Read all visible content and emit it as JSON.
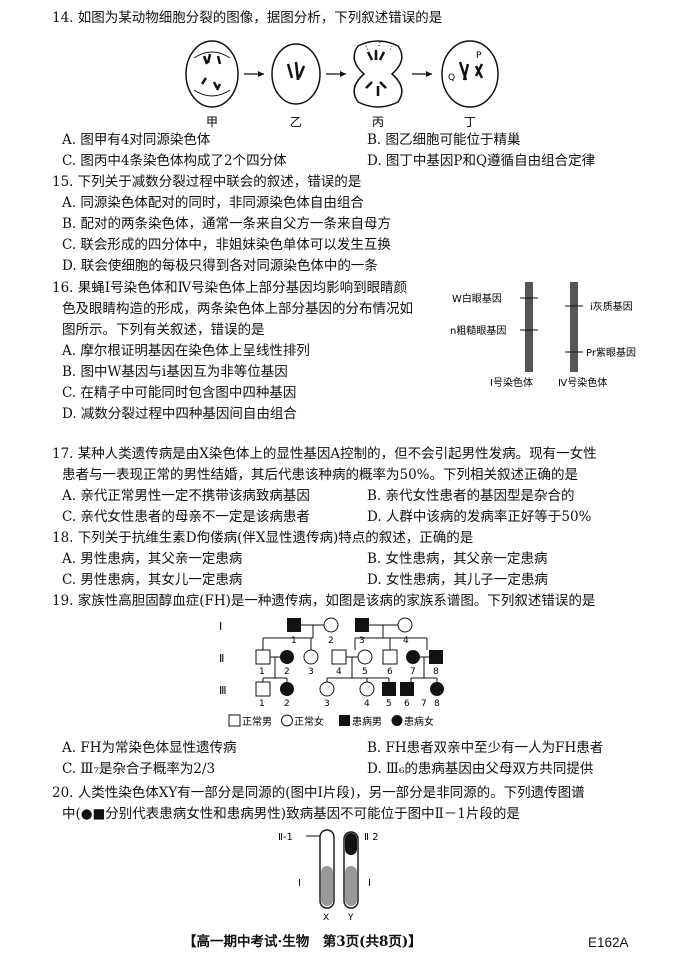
{
  "q14": {
    "stem": "14. 如图为某动物细胞分裂的图像，据图分析，下列叙述错误的是",
    "cell_labels": [
      "甲",
      "乙",
      "丙",
      "丁"
    ],
    "gene_labels": [
      "P",
      "Q"
    ],
    "options": [
      "A. 图甲有4对同源染色体",
      "B. 图乙细胞可能位于精巢",
      "C. 图丙中4条染色体构成了2个四分体",
      "D. 图丁中基因P和Q遵循自由组合定律"
    ]
  },
  "q15": {
    "stem": "15. 下列关于减数分裂过程中联会的叙述，错误的是",
    "options": [
      "A. 同源染色体配对的同时，非同源染色体自由组合",
      "B. 配对的两条染色体，通常一条来自父方一条来自母方",
      "C. 联会形成的四分体中，非姐妹染色单体可以发生互换",
      "D. 联会使细胞的每极只得到各对同源染色体中的一条"
    ]
  },
  "q16": {
    "stem_lines": [
      "16. 果蝇Ⅰ号染色体和Ⅳ号染色体上部分基因均影响到眼睛颜",
      "色及眼睛构造的形成，两条染色体上部分基因的分布情况如",
      "图所示。下列有关叙述，错误的是"
    ],
    "figure": {
      "left_labels": [
        "W白眼基因",
        "n粗糙眼基因"
      ],
      "right_labels": [
        "i灰质基因",
        "Pr紫眼基因"
      ],
      "chromosome_names": [
        "Ⅰ号染色体",
        "Ⅳ号染色体"
      ]
    },
    "options": [
      "A. 摩尔根证明基因在染色体上呈线性排列",
      "B. 图中W基因与i基因互为非等位基因",
      "C. 在精子中可能同时包含图中四种基因",
      "D. 减数分裂过程中四种基因间自由组合"
    ]
  },
  "q17": {
    "stem_lines": [
      "17. 某种人类遗传病是由X染色体上的显性基因A控制的，但不会引起男性发病。现有一女性",
      "患者与一表现正常的男性结婚，其后代患该种病的概率为50%。下列相关叙述正确的是"
    ],
    "options": [
      "A. 亲代正常男性一定不携带该病致病基因",
      "B. 亲代女性患者的基因型是杂合的",
      "C. 亲代女性患者的母亲不一定是该病患者",
      "D. 人群中该病的发病率正好等于50%"
    ]
  },
  "q18": {
    "stem": "18. 下列关于抗维生素D佝偻病(伴X显性遗传病)特点的叙述，正确的是",
    "options": [
      "A. 男性患病，其父亲一定患病",
      "B. 女性患病，其父亲一定患病",
      "C. 男性患病，其女儿一定患病",
      "D. 女性患病，其儿子一定患病"
    ]
  },
  "q19": {
    "stem": "19. 家族性高胆固醇血症(FH)是一种遗传病，如图是该病的家族系谱图。下列叙述错误的是",
    "generations": [
      "Ⅰ",
      "Ⅱ",
      "Ⅲ"
    ],
    "gen1_numbers": [
      "1",
      "2",
      "3",
      "4"
    ],
    "gen2_numbers": [
      "1",
      "2",
      "3",
      "4",
      "5",
      "6",
      "7",
      "8"
    ],
    "gen3_numbers": [
      "1",
      "2",
      "3",
      "4",
      "5",
      "6",
      "7",
      "8"
    ],
    "legend": [
      "正常男",
      "正常女",
      "患病男",
      "患病女"
    ],
    "options": [
      "A. FH为常染色体显性遗传病",
      "B. FH患者双亲中至少有一人为FH患者",
      "C. Ⅲ₇是杂合子概率为2/3",
      "D. Ⅲ₆的患病基因由父母双方共同提供"
    ]
  },
  "q20": {
    "stem_lines": [
      "20. 人类性染色体XY有一部分是同源的(图中Ⅰ片段)，另一部分是非同源的。下列遗传图谱",
      "中(●■分别代表患病女性和患病男性)致病基因不可能位于图中Ⅱ－1片段的是"
    ],
    "labels": {
      "seg2_1": "Ⅱ-1",
      "seg1_left": "Ⅰ",
      "seg1_right": "Ⅰ",
      "seg2_2": "Ⅱ 2",
      "x": "X",
      "y": "Y"
    }
  },
  "footer": {
    "center": "【高一期中考试·生物　第3页(共8页)】",
    "code": "E162A"
  }
}
